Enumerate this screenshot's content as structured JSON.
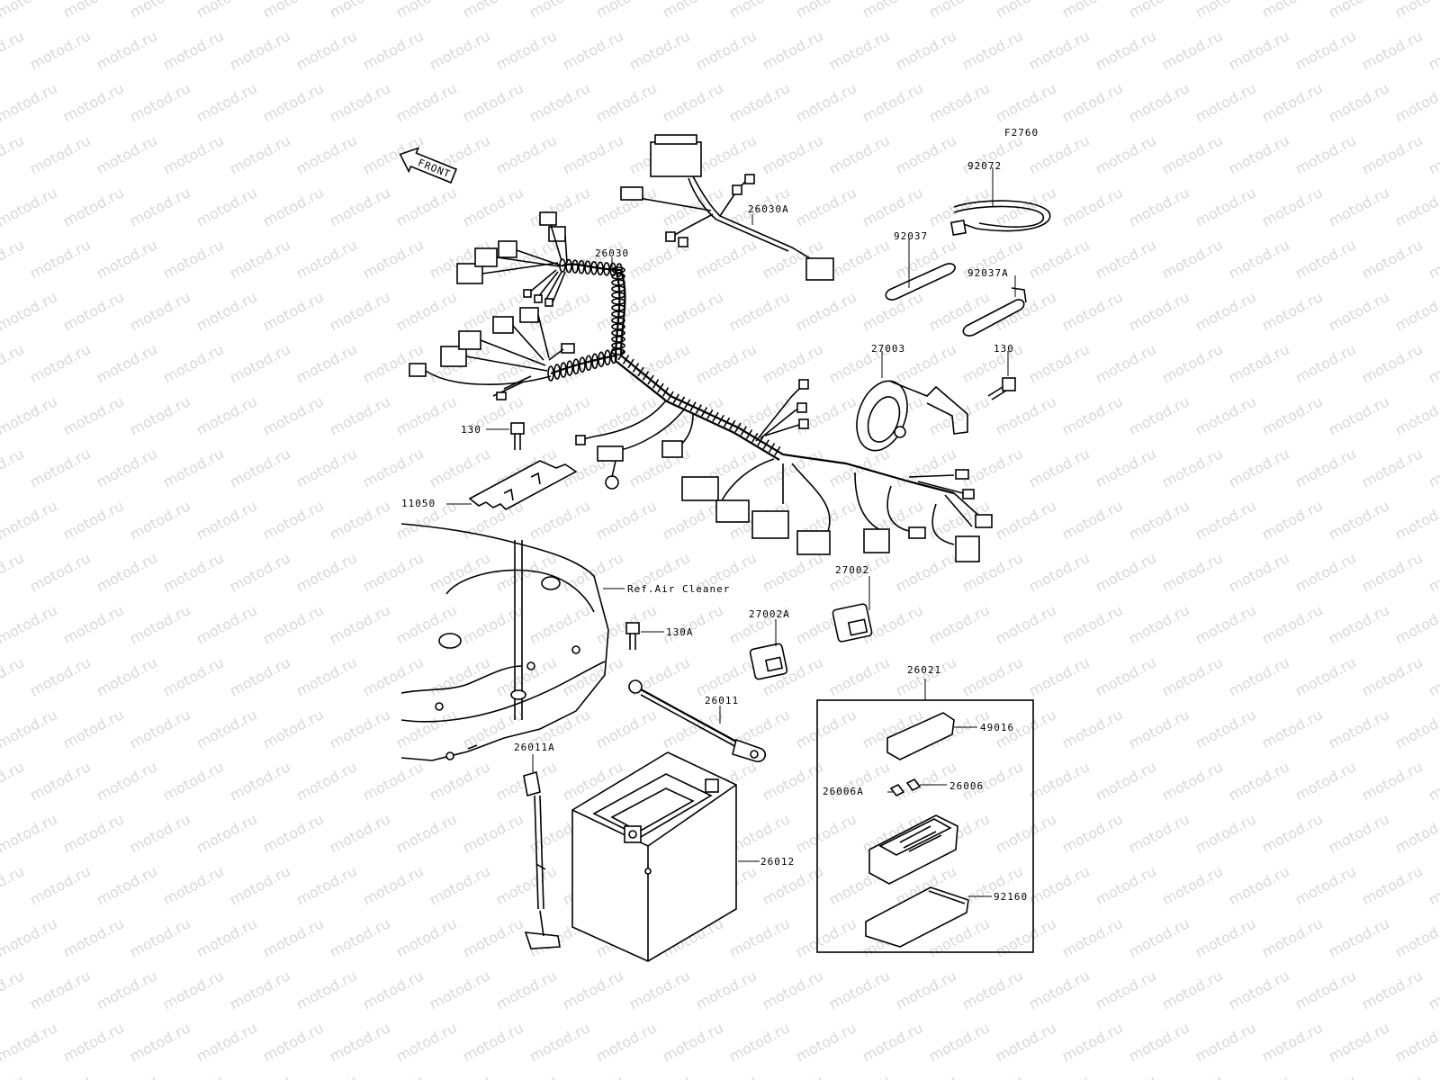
{
  "watermark": "motod.ru",
  "figure_code": "F2760",
  "front_arrow_label": "FRONT",
  "ref_label": "Ref.Air Cleaner",
  "parts": {
    "p26030": "26030",
    "p26030A": "26030A",
    "p92072": "92072",
    "p92037": "92037",
    "p92037A": "92037A",
    "p27003": "27003",
    "p130_top": "130",
    "p130_left": "130",
    "p11050": "11050",
    "p27002": "27002",
    "p27002A": "27002A",
    "p130A": "130A",
    "p26011": "26011",
    "p26011A": "26011A",
    "p26012": "26012",
    "p26021": "26021",
    "p49016": "49016",
    "p26006A": "26006A",
    "p26006": "26006",
    "p92160": "92160"
  }
}
